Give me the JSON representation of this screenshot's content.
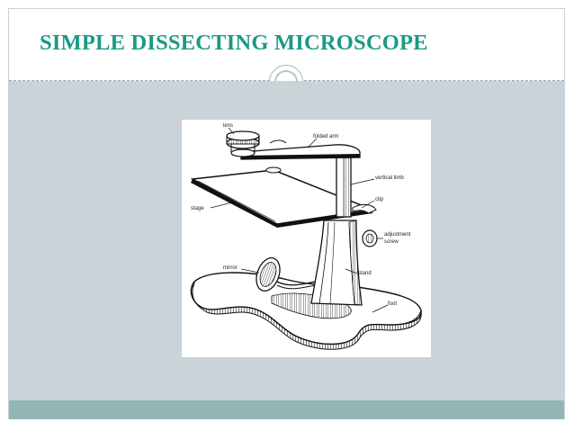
{
  "slide": {
    "title": "SIMPLE DISSECTING MICROSCOPE"
  },
  "diagram": {
    "labels": {
      "lens": "lens",
      "folded_arm": "folded arm",
      "vertical_limb": "vertical limb",
      "clip": "clip",
      "stage": "stage",
      "adjustment_line1": "adjustment",
      "adjustment_line2": "screw",
      "mirror": "mirror",
      "stand": "stand",
      "foot": "foot"
    }
  },
  "colors": {
    "title": "#1a9a86",
    "content_background": "#c9d3d8",
    "footer_band": "#93b5b5"
  }
}
